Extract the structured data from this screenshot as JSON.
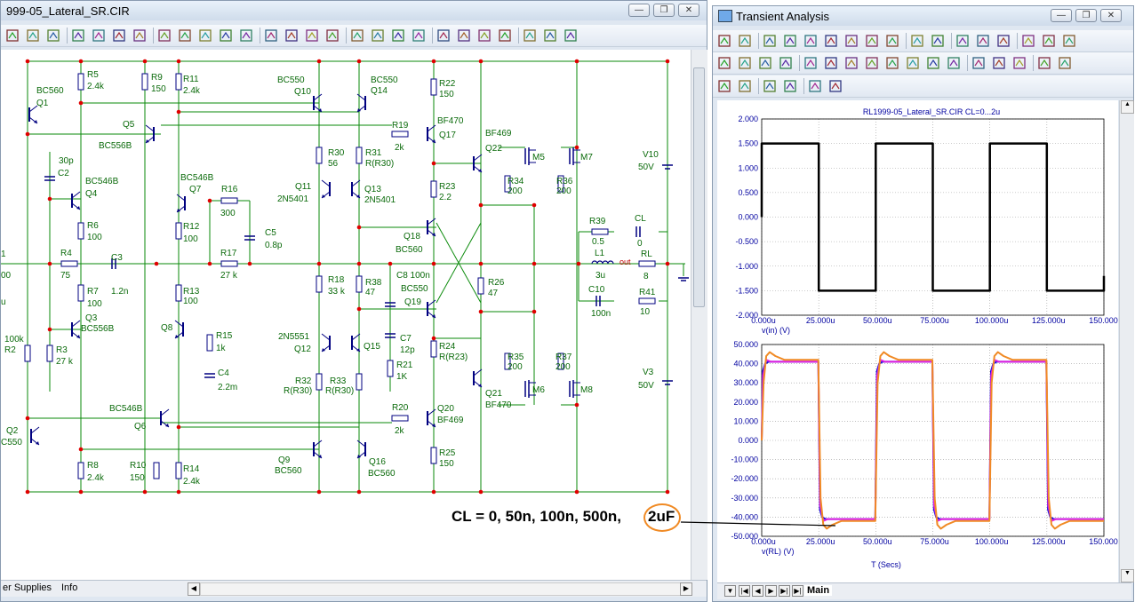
{
  "schematic_window": {
    "title": "999-05_Lateral_SR.CIR",
    "tabs": [
      "er Supplies",
      "Info"
    ]
  },
  "transient_window": {
    "title": "Transient Analysis",
    "bottom_tab": "Main",
    "plot_title": "RL1999-05_Lateral_SR.CIR CL=0...2u",
    "plot1_xlabel": "v(in) (V)",
    "plot2_xlabel": "v(RL) (V)",
    "time_label": "T (Secs)"
  },
  "annotation": {
    "text": "CL = 0, 50n, 100n, 500n,",
    "circled": "2uF"
  },
  "components": {
    "Q1": "Q1",
    "Q1m": "BC560",
    "Q2": "Q2",
    "Q2m": "C550",
    "Q3": "Q3",
    "Q3m": "BC556B",
    "Q4": "Q4",
    "Q4m": "BC546B",
    "Q5": "Q5",
    "Q5m": "BC556B",
    "Q6": "Q6",
    "Q6m": "BC546B",
    "Q7": "Q7",
    "Q7m": "BC546B",
    "Q8": "Q8",
    "Q9": "Q9",
    "Q9m": "BC560",
    "Q10": "Q10",
    "Q10m": "BC550",
    "Q11": "Q11",
    "Q11m": "2N5401",
    "Q12": "Q12",
    "Q12m": "2N5551",
    "Q13": "Q13",
    "Q13m": "2N5401",
    "Q14": "Q14",
    "Q14m": "BC550",
    "Q15": "Q15",
    "Q16": "Q16",
    "Q16m": "BC560",
    "Q17": "Q17",
    "Q17m": "BF470",
    "Q18": "Q18",
    "Q18m": "BC560",
    "Q19": "Q19",
    "Q19m": "BC550",
    "Q20": "Q20",
    "Q20m": "BF469",
    "Q21": "Q21",
    "Q21m": "BF470",
    "Q22": "Q22",
    "Q22m": "BF469",
    "M5": "M5",
    "M6": "M6",
    "M7": "M7",
    "M8": "M8",
    "R2": "R2",
    "R2v": "100k",
    "R3": "R3",
    "R3v": "27 k",
    "R4": "R4",
    "R4v": "75",
    "R5": "R5",
    "R5v": "2.4k",
    "R6": "R6",
    "R6v": "100",
    "R7": "R7",
    "R7v": "100",
    "R8": "R8",
    "R8v": "2.4k",
    "R9": "R9",
    "R9v": "150",
    "R10": "R10",
    "R10v": "150",
    "R11": "R11",
    "R11v": "2.4k",
    "R12": "R12",
    "R12v": "100",
    "R13": "R13",
    "R13v": "100",
    "R14": "R14",
    "R14v": "2.4k",
    "R15": "R15",
    "R15v": "1k",
    "R16": "R16",
    "R16v": "300",
    "R17": "R17",
    "R17v": "27 k",
    "R18": "R18",
    "R18v": "33 k",
    "R19": "R19",
    "R19v": "2k",
    "R20": "R20",
    "R20v": "2k",
    "R21": "R21",
    "R21v": "1K",
    "R22": "R22",
    "R22v": "150",
    "R23": "R23",
    "R23v": "2.2",
    "R24": "R24",
    "R24v": "R(R23)",
    "R25": "R25",
    "R25v": "150",
    "R26": "R26",
    "R26v": "47",
    "R30": "R30",
    "R30v": "56",
    "R31": "R31",
    "R31v": "R(R30)",
    "R32": "R32",
    "R32v": "R(R30)",
    "R33": "R33",
    "R33v": "R(R30)",
    "R34": "R34",
    "R34v": "200",
    "R35": "R35",
    "R35v": "200",
    "R36": "R36",
    "R36v": "200",
    "R37": "R37",
    "R37v": "200",
    "R38": "R38",
    "R38v": "47",
    "R39": "R39",
    "R39v": "0.5",
    "R41": "R41",
    "R41v": "10",
    "RL": "RL",
    "RLv": "8",
    "C2": "C2",
    "C2v": "30p",
    "C3": "C3",
    "C3v": "1.2n",
    "C4": "C4",
    "C4v": "2.2m",
    "C5": "C5",
    "C5v": "0.8p",
    "C7": "C7",
    "C7v": "12p",
    "C8": "C8 100n",
    "C10": "C10",
    "C10v": "100n",
    "CL": "CL",
    "CLv": "0",
    "L1": "L1",
    "L1v": "3u",
    "out": "out",
    "V10": "V10",
    "V10v": "50V",
    "V3": "V3",
    "V3v": "50V",
    "frag1": "1",
    "frag00": "00",
    "fragu": "u"
  },
  "chart_data": [
    {
      "type": "line",
      "title": "RL1999-05_Lateral_SR.CIR CL=0...2u",
      "xlabel": "v(in) (V)",
      "xlim": [
        0,
        150
      ],
      "ylim": [
        -2,
        2
      ],
      "x_ticks": [
        "0.000u",
        "25.000u",
        "50.000u",
        "75.000u",
        "100.000u",
        "125.000u",
        "150.000u"
      ],
      "y_ticks": [
        "2.000",
        "1.500",
        "1.000",
        "0.500",
        "0.000",
        "-0.500",
        "-1.000",
        "-1.500",
        "-2.000"
      ],
      "series": [
        {
          "color": "#000000",
          "x": [
            0,
            0,
            25,
            25,
            50,
            50,
            75,
            75,
            100,
            100,
            125,
            125,
            150,
            150
          ],
          "y": [
            0,
            1.5,
            1.5,
            -1.5,
            -1.5,
            1.5,
            1.5,
            -1.5,
            -1.5,
            1.5,
            1.5,
            -1.5,
            -1.5,
            -1.2
          ]
        }
      ]
    },
    {
      "type": "line",
      "xlabel": "v(RL) (V)",
      "xlim": [
        0,
        150
      ],
      "ylim": [
        -50,
        50
      ],
      "x_ticks": [
        "0.000u",
        "25.000u",
        "50.000u",
        "75.000u",
        "100.000u",
        "125.000u",
        "150.000u"
      ],
      "y_ticks": [
        "50.000",
        "40.000",
        "30.000",
        "20.000",
        "10.000",
        "0.000",
        "-10.000",
        "-20.000",
        "-30.000",
        "-40.000",
        "-50.000"
      ],
      "series": [
        {
          "color": "#1010e0",
          "x": [
            0,
            0.5,
            1.5,
            3,
            24.8,
            25.5,
            26.5,
            28,
            49.8,
            50.5,
            51.5,
            53,
            74.8,
            75.5,
            76.5,
            78,
            99.8,
            100.5,
            101.5,
            103,
            124.8,
            125.5,
            126.5,
            128,
            150
          ],
          "y": [
            0,
            36,
            40,
            41,
            41,
            -36,
            -40,
            -41,
            -41,
            36,
            40,
            41,
            41,
            -36,
            -40,
            -41,
            -41,
            36,
            40,
            41,
            41,
            -36,
            -40,
            -41,
            -41
          ]
        },
        {
          "color": "#e020e0",
          "x": [
            0,
            0.6,
            2,
            4,
            24.8,
            25.6,
            27,
            29,
            49.8,
            50.6,
            52,
            54,
            74.8,
            75.6,
            77,
            79,
            99.8,
            100.6,
            102,
            104,
            124.8,
            125.6,
            127,
            129,
            150
          ],
          "y": [
            0,
            34,
            42,
            41,
            41,
            -34,
            -42,
            -41,
            -41,
            34,
            42,
            41,
            41,
            -34,
            -42,
            -41,
            -41,
            34,
            42,
            41,
            41,
            -34,
            -42,
            -41,
            -41
          ]
        },
        {
          "color": "#f08a24",
          "x": [
            0,
            0.8,
            2,
            3.5,
            6,
            10,
            24.8,
            25.8,
            27,
            28.5,
            31,
            35,
            49.8,
            50.8,
            52,
            53.5,
            56,
            60,
            74.8,
            75.8,
            77,
            78.5,
            81,
            85,
            99.8,
            100.8,
            102,
            103.5,
            106,
            110,
            124.8,
            125.8,
            127,
            128.5,
            131,
            135,
            150
          ],
          "y": [
            0,
            30,
            44,
            46,
            44,
            42,
            42,
            -30,
            -44,
            -46,
            -44,
            -42,
            -42,
            30,
            44,
            46,
            44,
            42,
            42,
            -30,
            -44,
            -46,
            -44,
            -42,
            -42,
            30,
            44,
            46,
            44,
            42,
            42,
            -30,
            -44,
            -46,
            -44,
            -42,
            -42
          ]
        }
      ]
    }
  ]
}
